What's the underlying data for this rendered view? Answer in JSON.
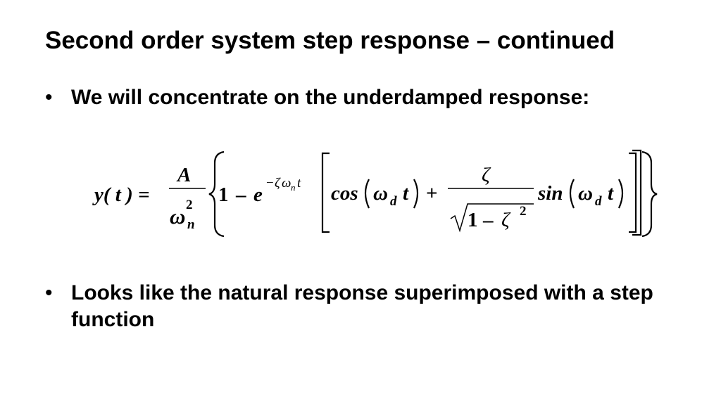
{
  "slide": {
    "title": "Second order system step response – continued",
    "bullets": [
      "We will concentrate on the underdamped response:",
      "Looks like the natural response superimposed with a step function"
    ],
    "bullet_marker": "•"
  },
  "equation": {
    "lhs": "y( t ) =",
    "numerator": "A",
    "denominator_base": "ω",
    "denominator_sub": "n",
    "denominator_sup": "2",
    "one": "1",
    "minus": "–",
    "exp_base": "e",
    "exp_minus": "−",
    "exp_zeta": "ζ",
    "exp_omega": "ω",
    "exp_sub": "n",
    "exp_t": "t",
    "cos": "cos",
    "sin": "sin",
    "omega": "ω",
    "sub_d": "d",
    "t": "t",
    "plus": "+",
    "zeta": "ζ",
    "sqrt_one": "1",
    "sqrt_minus": "–",
    "sqrt_zeta": "ζ",
    "sqrt_sup": "2"
  }
}
